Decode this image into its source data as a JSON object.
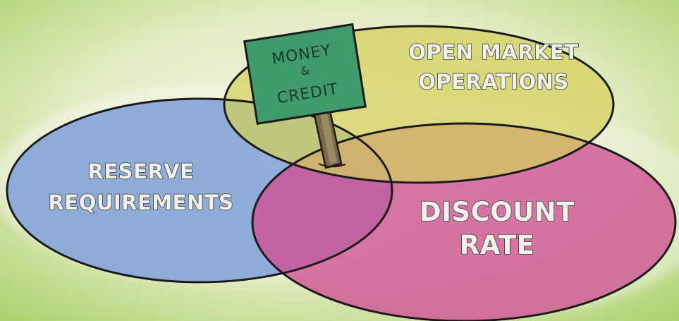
{
  "sign": {
    "line1": "MONEY",
    "line2": "&",
    "line3": "CREDIT"
  },
  "circles": [
    {
      "id": "open-market-operations",
      "line1": "OPEN MARKET",
      "line2": "OPERATIONS",
      "color": "#d4d05a"
    },
    {
      "id": "reserve-requirements",
      "line1": "RESERVE",
      "line2": "REQUIREMENTS",
      "color": "#7fa0d8"
    },
    {
      "id": "discount-rate",
      "line1": "DISCOUNT",
      "line2": "RATE",
      "color": "#cf4f92"
    }
  ],
  "colors": {
    "background": "#e6efc4",
    "sign": "#3f9a6c",
    "post": "#7a6a48",
    "outline": "#1a1a1a"
  }
}
